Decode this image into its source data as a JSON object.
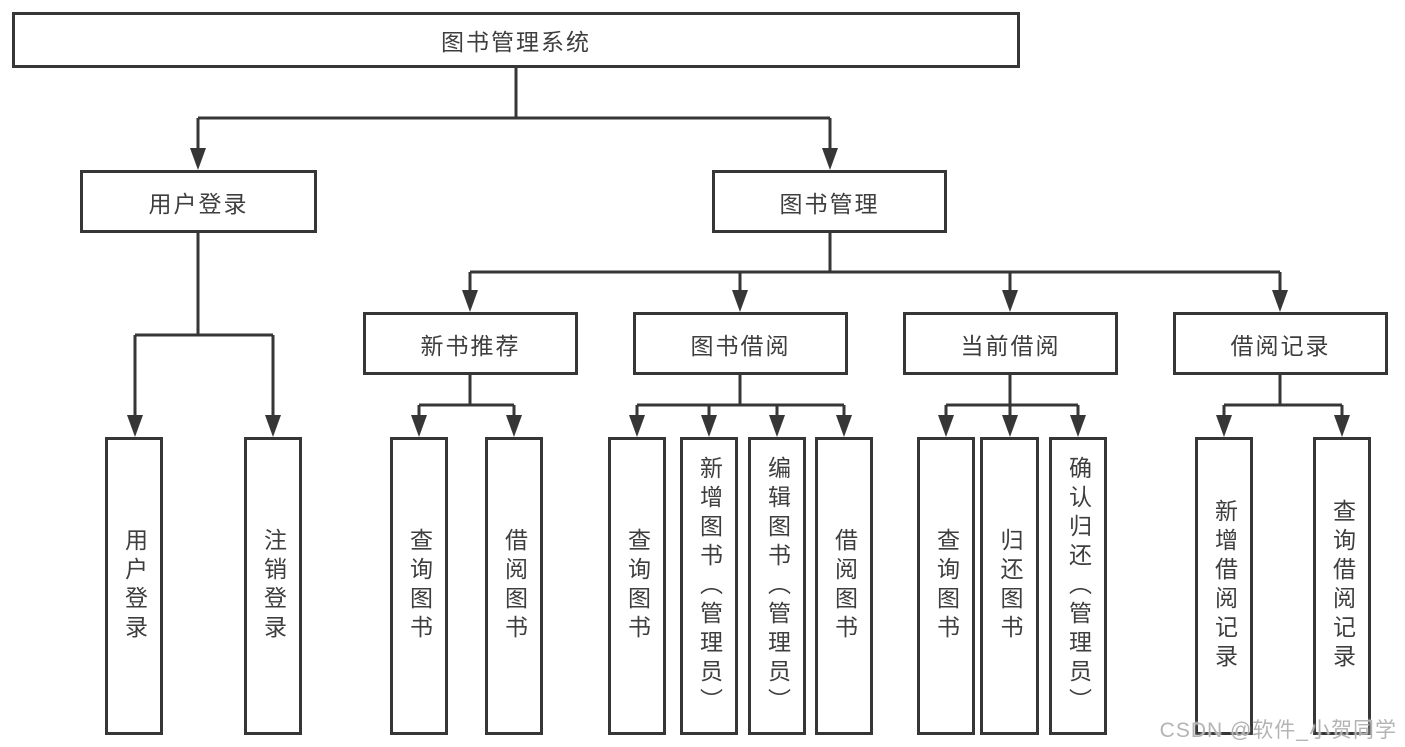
{
  "nodes": {
    "root": {
      "label": "图书管理系统"
    },
    "level2": [
      {
        "label": "用户登录"
      },
      {
        "label": "图书管理"
      }
    ],
    "level3": [
      {
        "label": "新书推荐"
      },
      {
        "label": "图书借阅"
      },
      {
        "label": "当前借阅"
      },
      {
        "label": "借阅记录"
      }
    ],
    "leaves": [
      {
        "label": "用户登录"
      },
      {
        "label": "注销登录"
      },
      {
        "label": "查询图书"
      },
      {
        "label": "借阅图书"
      },
      {
        "label": "查询图书"
      },
      {
        "label": "新增图书（管理员）"
      },
      {
        "label": "编辑图书（管理员）"
      },
      {
        "label": "借阅图书"
      },
      {
        "label": "查询图书"
      },
      {
        "label": "归还图书"
      },
      {
        "label": "确认归还（管理员）"
      },
      {
        "label": "新增借阅记录"
      },
      {
        "label": "查询借阅记录"
      }
    ]
  },
  "watermark": {
    "text": "CSDN @软件_小贺同学"
  },
  "colors": {
    "line": "#363636",
    "text": "#3e3e3e",
    "background": "#ffffff",
    "watermark": "#b4b4b4"
  }
}
